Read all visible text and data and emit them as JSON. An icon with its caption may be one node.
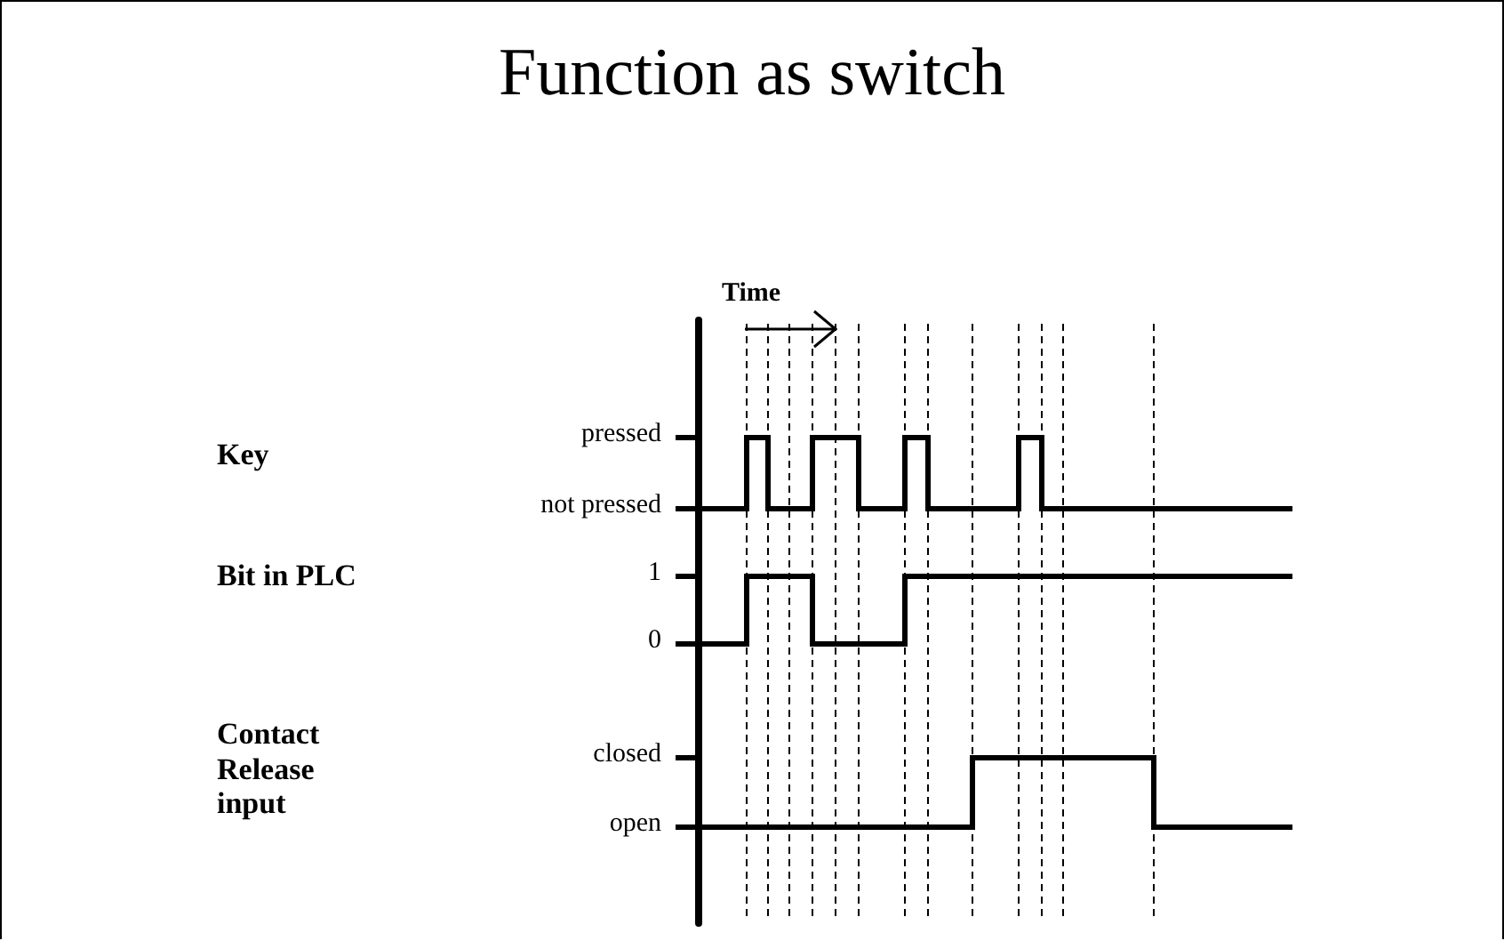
{
  "diagram": {
    "title": "Function as switch",
    "labels": [
      "Time",
      "Key",
      "pressed",
      "not pressed",
      "Bit in PLC",
      "1",
      "0",
      "Contact Release input",
      "closed",
      "open"
    ]
  }
}
